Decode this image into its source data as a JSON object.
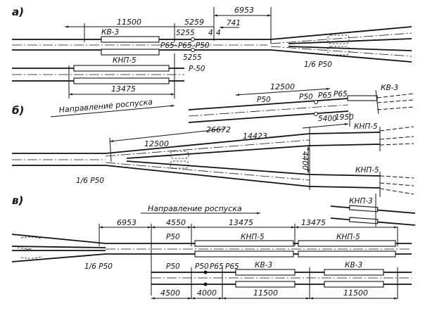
{
  "sections": {
    "a": {
      "label": "а)",
      "dims": {
        "d11500": "11500",
        "d5259": "5259",
        "d6953": "6953",
        "d741": "741",
        "d5255_top": "5255",
        "d5255_bot": "5255",
        "d4a": "4",
        "d4b": "4",
        "d13475": "13475"
      },
      "labels": {
        "kv3": "КВ-3",
        "knp5": "КНП-5",
        "rails": "Р65–Р65–Р50",
        "p50": "Р-50",
        "switch": "1/6 Р50"
      }
    },
    "b": {
      "label": "б)",
      "direction": "Направление роспуска",
      "dims": {
        "d12500_top": "12500",
        "d12500": "12500",
        "d26672": "26672",
        "d14423": "14423",
        "d5400": "5400",
        "d1950": "1950",
        "d4400": "4400"
      },
      "labels": {
        "p50": "Р50",
        "p50b": "Р50",
        "p65a": "Р65",
        "p65b": "Р65",
        "kv3": "КВ-3",
        "knp5a": "КНП-5",
        "knp5b": "КНП-5",
        "switch": "1/6 Р50"
      }
    },
    "c": {
      "label": "в)",
      "direction": "Направление роспуска",
      "dims": {
        "d6953": "6953",
        "d4550": "4550",
        "d13475a": "13475",
        "d13475b": "13475",
        "d4500": "4500",
        "d4000": "4000",
        "d11500a": "11500",
        "d11500b": "11500"
      },
      "labels": {
        "p50a": "Р50",
        "knp5a": "КНП-5",
        "knp5b": "КНП-5",
        "p50b": "Р50",
        "p50c": "Р50",
        "p65a": "Р65",
        "p65b": "Р65",
        "kv3a": "КВ-3",
        "kv3b": "КВ-3",
        "knp3": "КНП-3",
        "switch": "1/6 Р50"
      }
    }
  }
}
